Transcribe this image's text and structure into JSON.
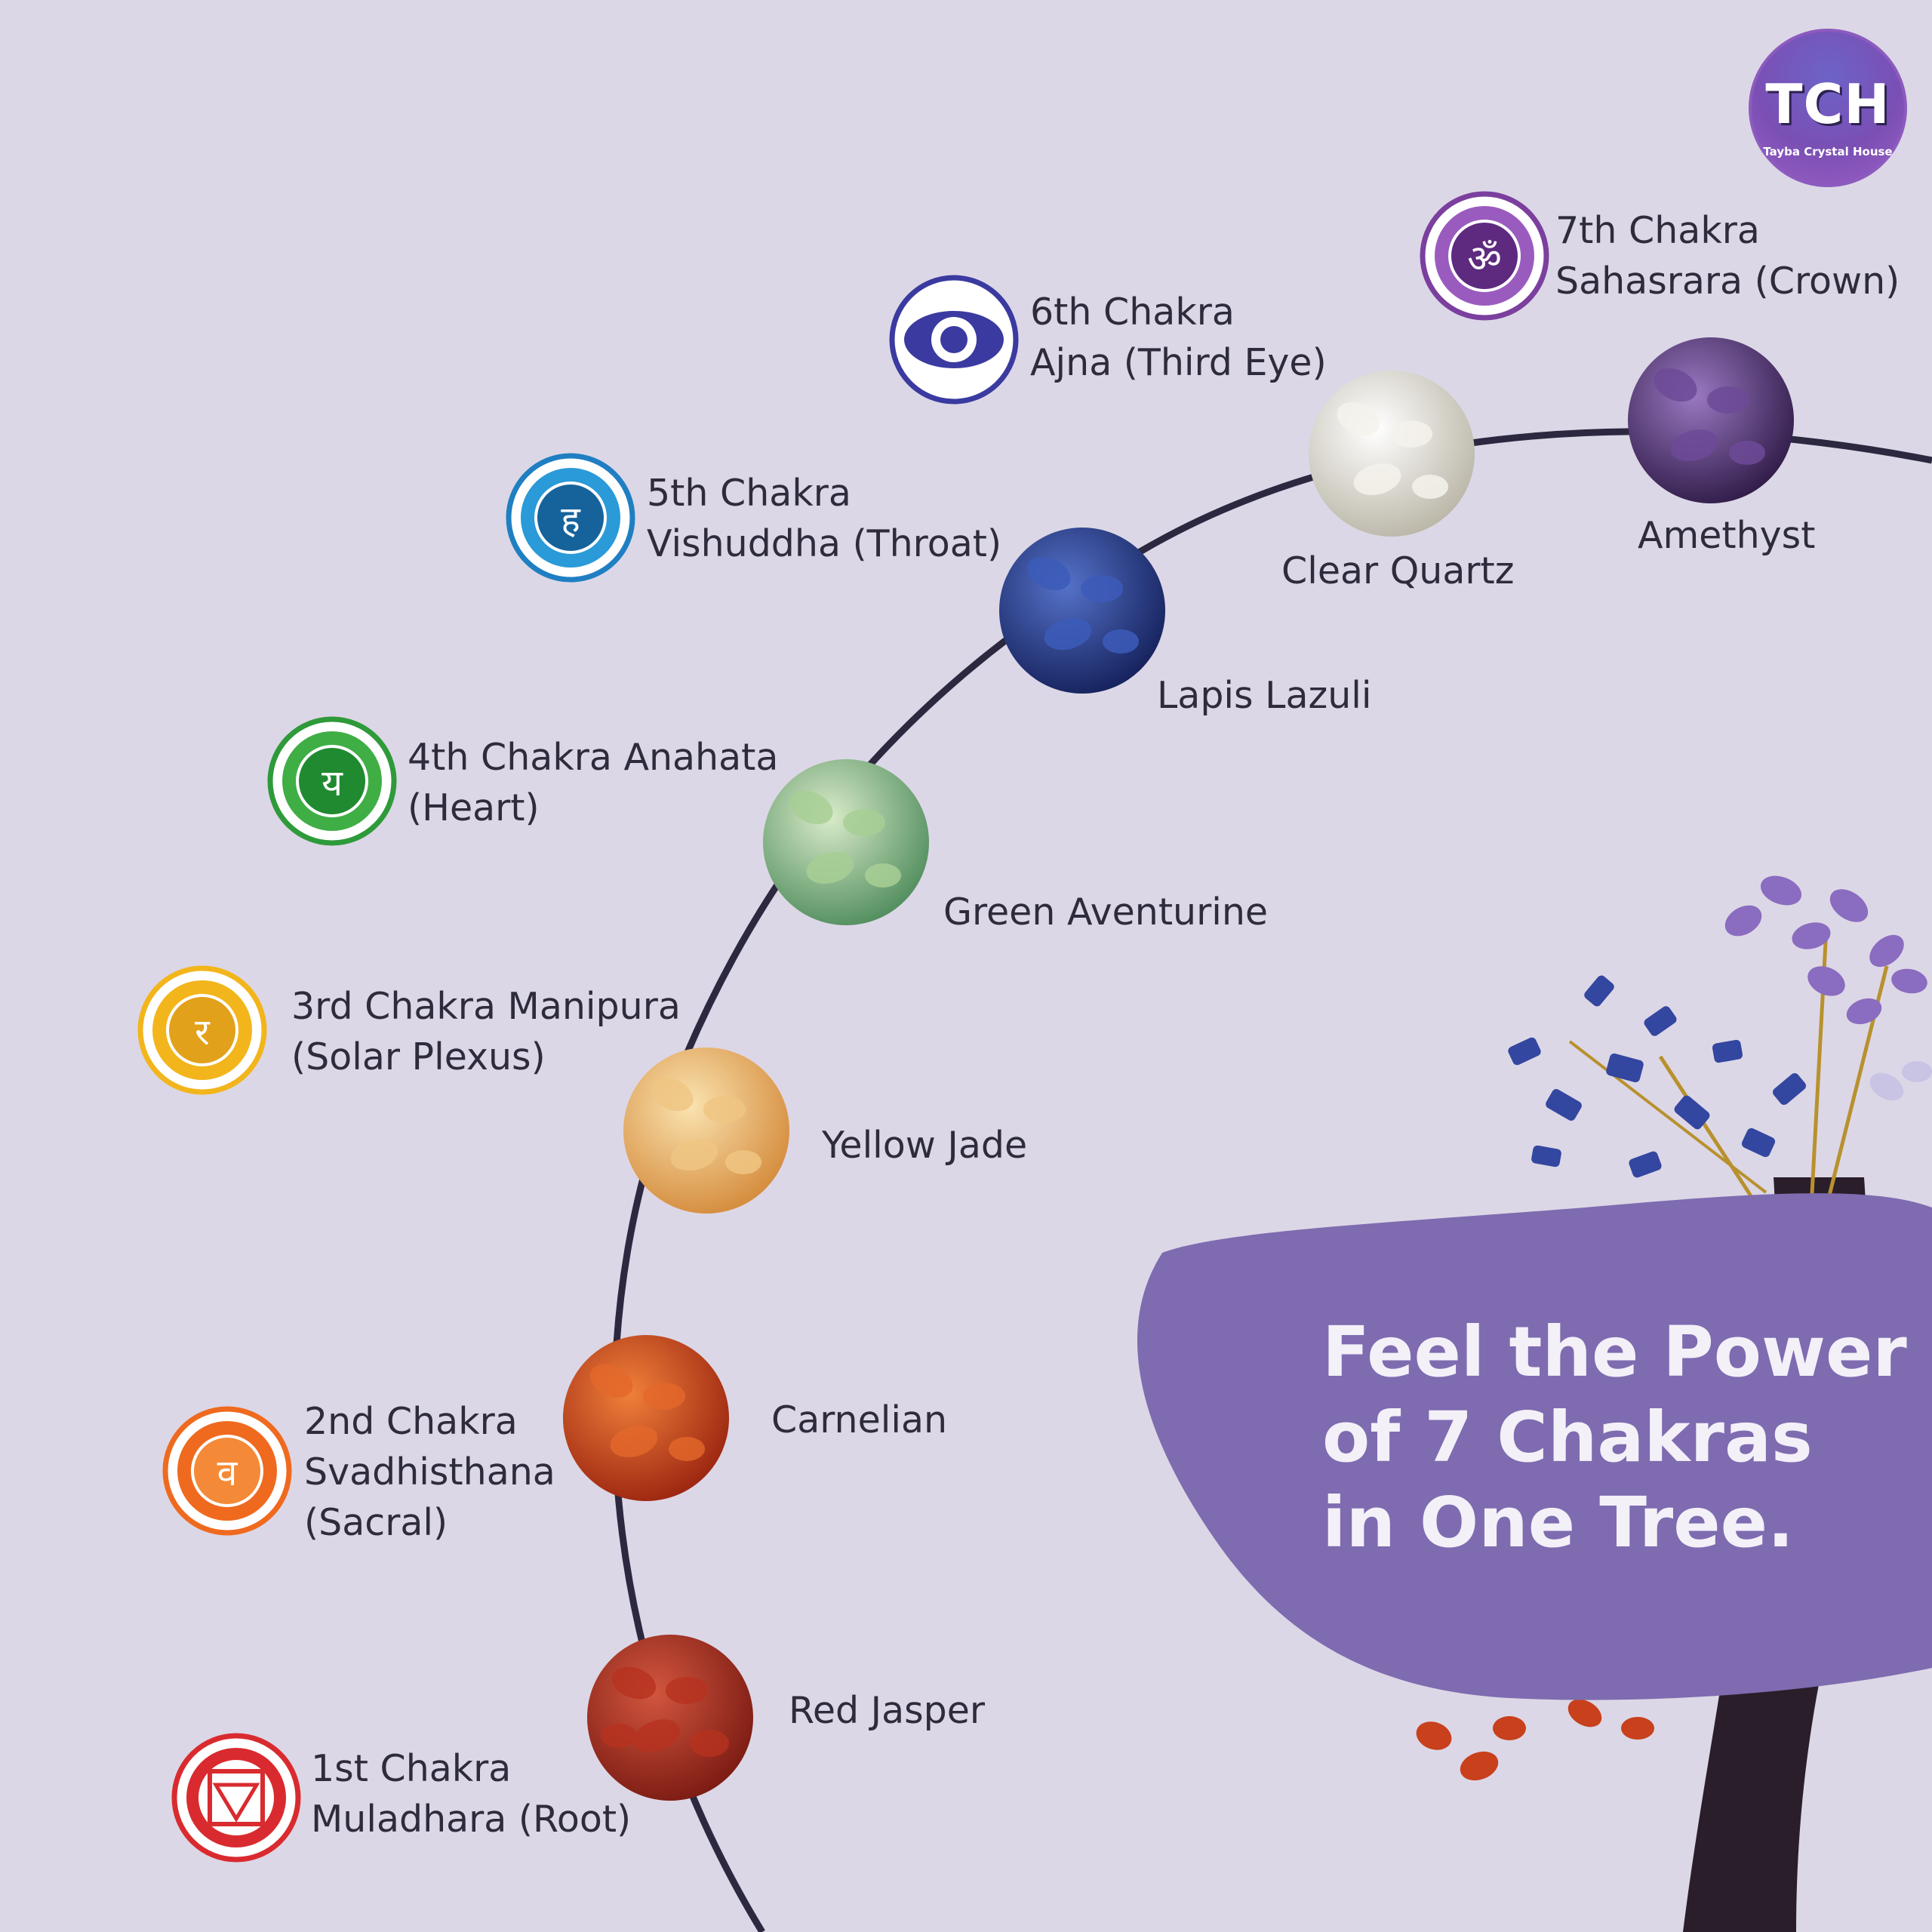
{
  "brand": {
    "logo_text": "TCH",
    "logo_subtext": "Tayba Crystal House"
  },
  "chakras": [
    {
      "line1": "1st Chakra",
      "line2": "Muladhara (Root)",
      "color": "#d92b2f",
      "icon": "muladhara-icon"
    },
    {
      "line1": "2nd Chakra",
      "line2": "Svadhisthana",
      "line3": "(Sacral)",
      "color": "#ef6a1f",
      "icon": "svadhisthana-icon"
    },
    {
      "line1": "3rd Chakra Manipura",
      "line2": "(Solar Plexus)",
      "color": "#f2b51b",
      "icon": "manipura-icon"
    },
    {
      "line1": "4th Chakra Anahata",
      "line2": "(Heart)",
      "color": "#2e9a3a",
      "icon": "anahata-icon"
    },
    {
      "line1": "5th Chakra",
      "line2": "Vishuddha (Throat)",
      "color": "#1f7fc2",
      "icon": "vishuddha-icon"
    },
    {
      "line1": "6th Chakra",
      "line2": "Ajna (Third Eye)",
      "color": "#3a3aa0",
      "icon": "ajna-icon"
    },
    {
      "line1": "7th Chakra",
      "line2": "Sahasrara (Crown)",
      "color": "#7b3f9e",
      "icon": "sahasrara-icon"
    }
  ],
  "stones": [
    {
      "name": "Red Jasper",
      "color": "#a8281c"
    },
    {
      "name": "Carnelian",
      "color": "#c8401c"
    },
    {
      "name": "Yellow Jade",
      "color": "#e9b46a"
    },
    {
      "name": "Green Aventurine",
      "color": "#8fbf85"
    },
    {
      "name": "Lapis Lazuli",
      "color": "#2f4a9a"
    },
    {
      "name": "Clear Quartz",
      "color": "#e7e4dc"
    },
    {
      "name": "Amethyst",
      "color": "#5a3a78"
    }
  ],
  "promo": {
    "line1": "Feel the Power",
    "line2": "of 7 Chakras",
    "line3": "in One Tree.",
    "blob_color": "#7e6bb0"
  }
}
